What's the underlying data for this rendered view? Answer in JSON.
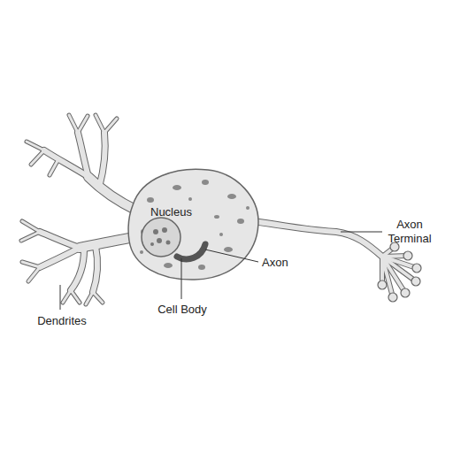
{
  "diagram": {
    "labels": [
      "Nucleus",
      "Axon Terminal",
      "Axon",
      "Cell Body",
      "Dendrites"
    ]
  }
}
